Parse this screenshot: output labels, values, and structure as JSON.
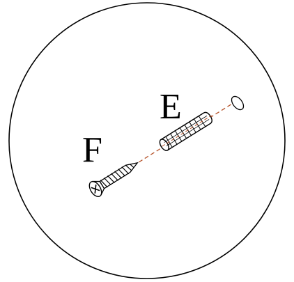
{
  "diagram": {
    "labels": {
      "screw": "F",
      "anchor": "E"
    },
    "colors": {
      "outline": "#000000",
      "axis_line": "#b5532a",
      "background": "#ffffff"
    },
    "parts": [
      {
        "id": "screw",
        "icon": "screw-icon"
      },
      {
        "id": "wall-plug",
        "icon": "wall-plug-icon"
      },
      {
        "id": "drill-hole",
        "icon": "hole-icon"
      }
    ]
  }
}
